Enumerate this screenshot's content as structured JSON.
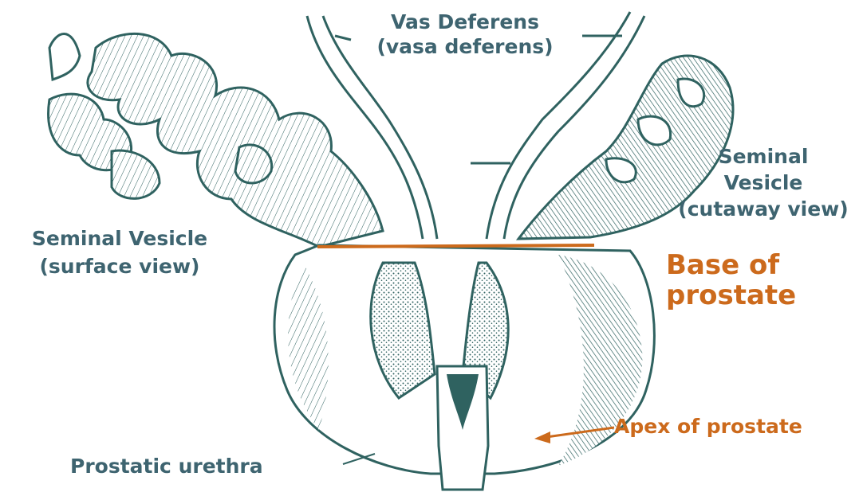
{
  "labels": {
    "vas_deferens": "Vas Deferens",
    "vasa_deferens": "(vasa deferens)",
    "seminal_vesicle_right_1": "Seminal",
    "seminal_vesicle_right_2": "Vesicle",
    "cutaway_view": "(cutaway view)",
    "seminal_vesicle_left": "Seminal Vesicle",
    "surface_view": "(surface view)",
    "base_of_prostate_1": "Base of",
    "base_of_prostate_2": "prostate",
    "apex_of_prostate": "Apex of prostate",
    "prostatic_urethra": "Prostatic urethra"
  },
  "colors": {
    "ink": "#2f6260",
    "label_text": "#3e6470",
    "highlight": "#cc6a1c",
    "background": "#ffffff"
  }
}
